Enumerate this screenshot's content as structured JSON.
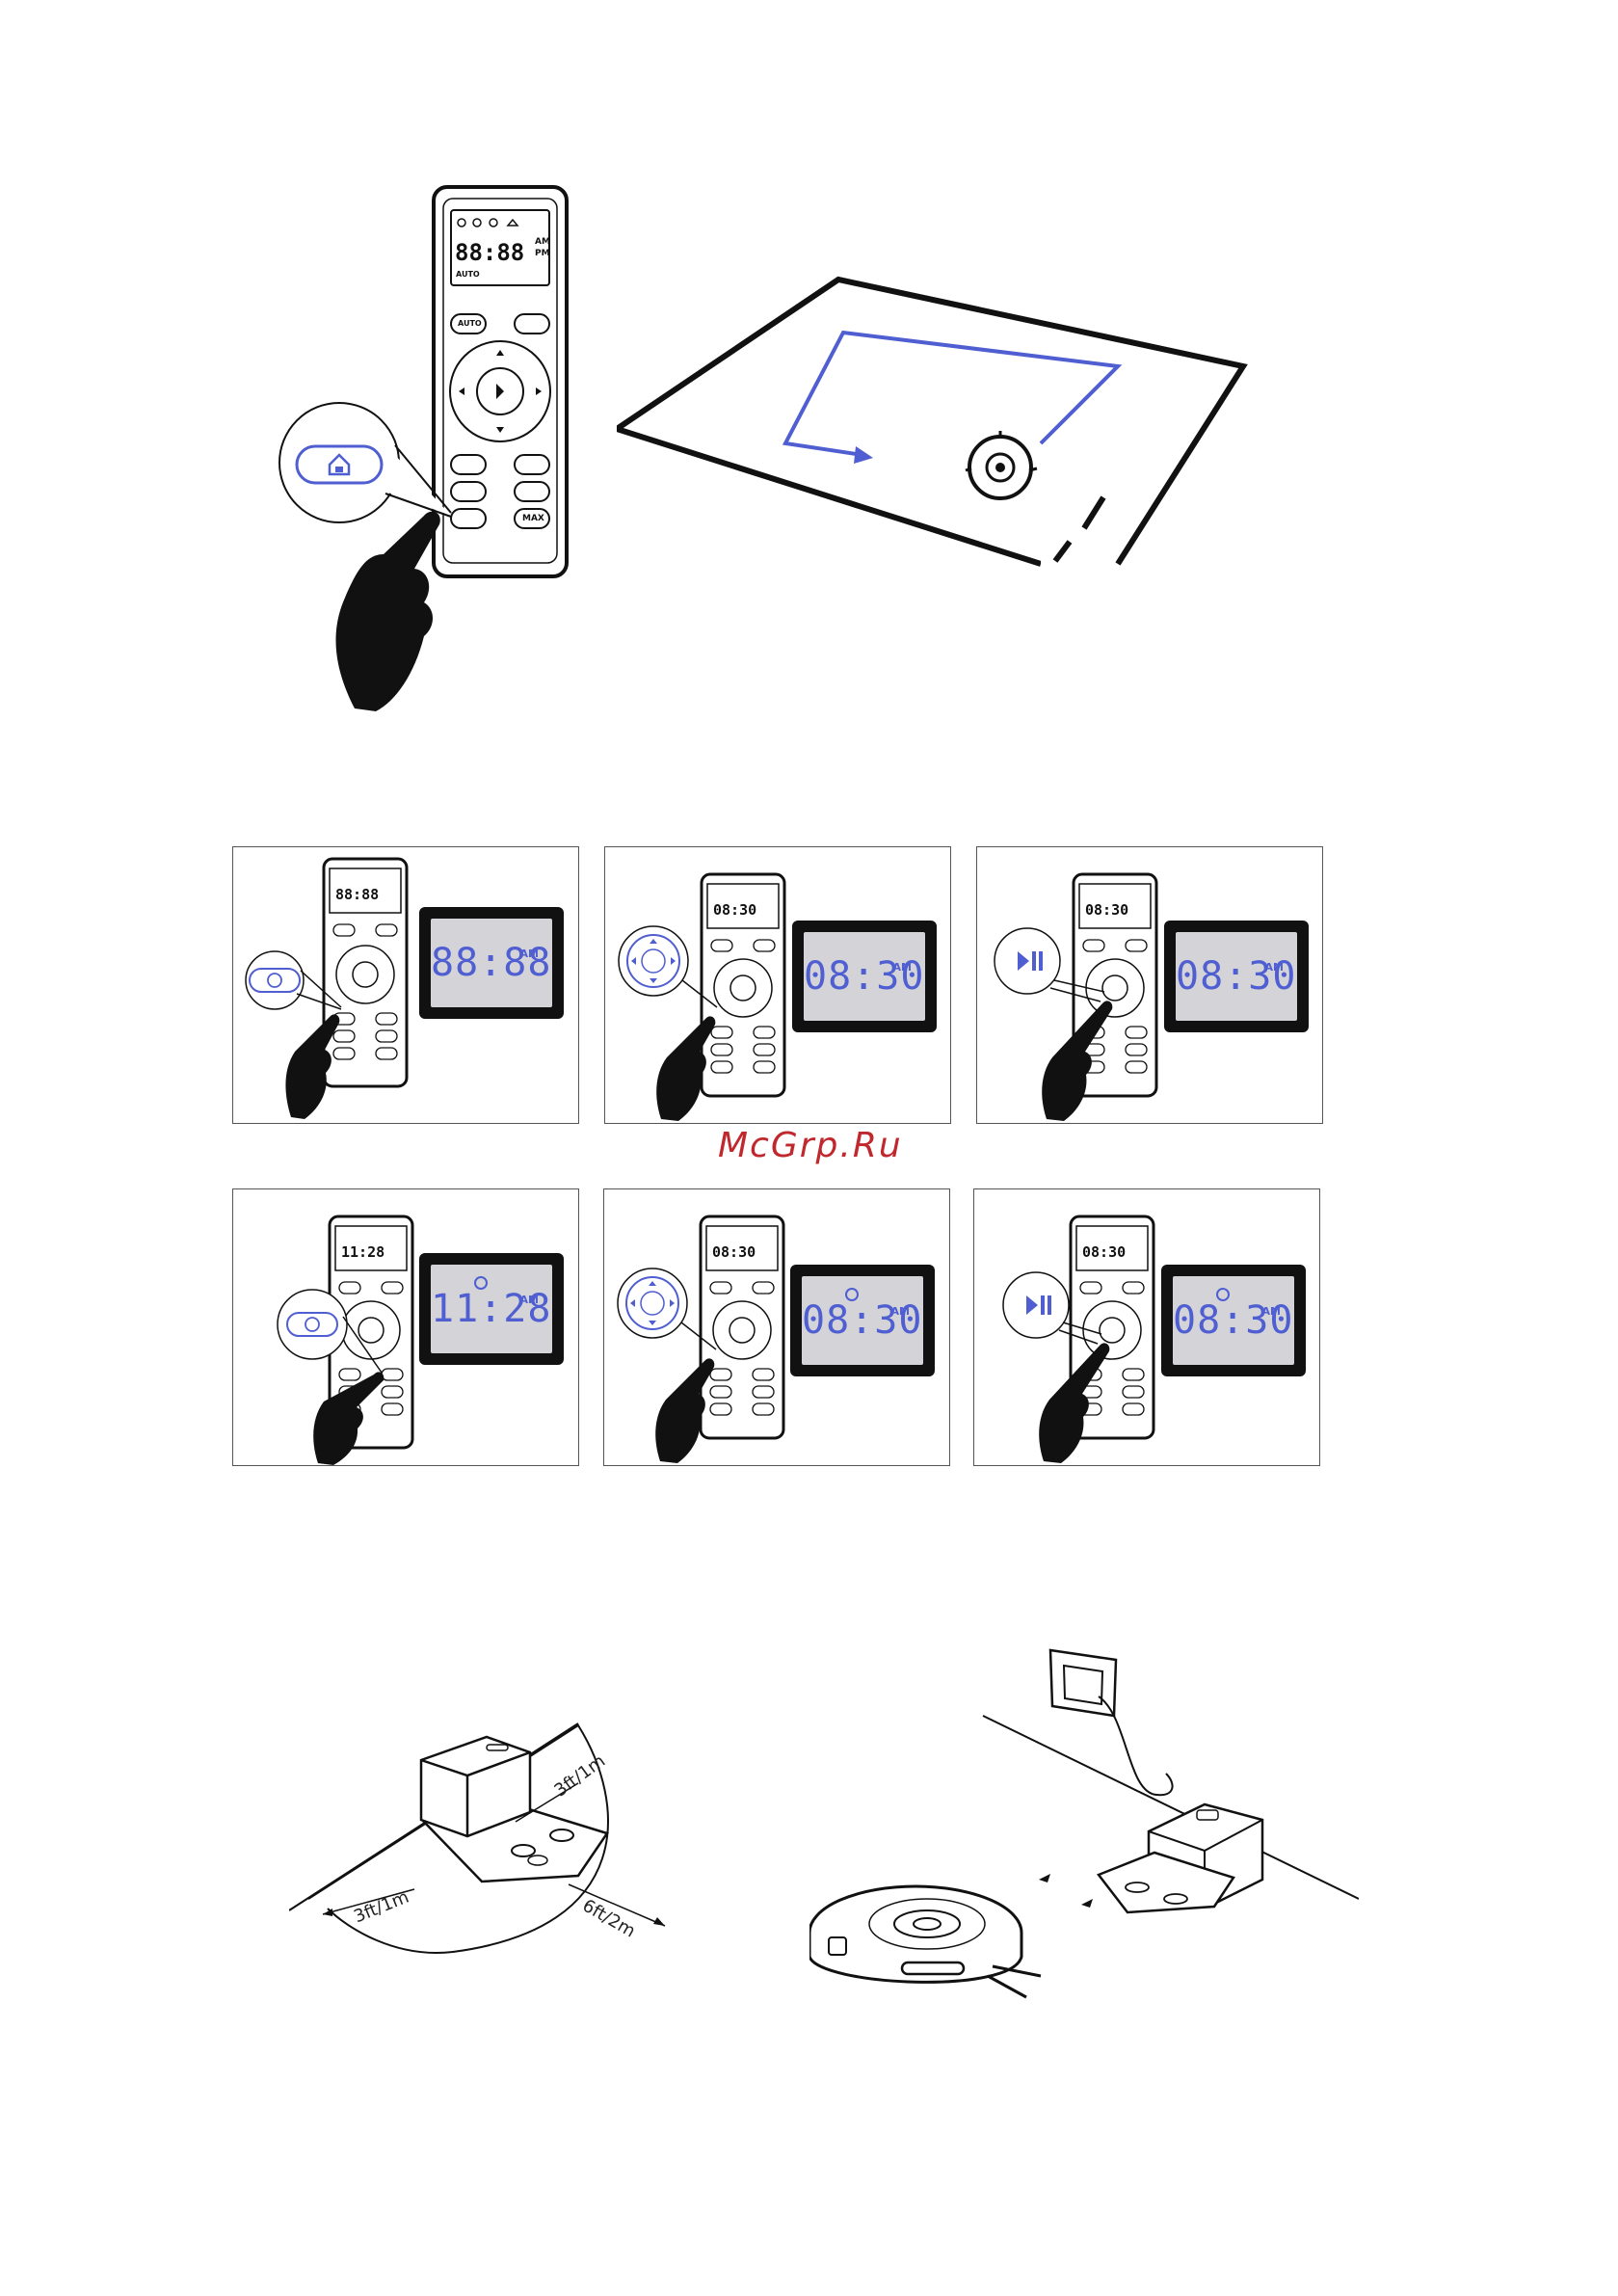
{
  "remote": {
    "display": "88:88",
    "lcd_am": "AM",
    "lcd_pm": "PM",
    "lcd_auto": "AUTO",
    "auto_label": "AUTO",
    "max_label": "MAX"
  },
  "step_panels": [
    {
      "remote_time": "88:88",
      "screen_time": "88:88",
      "ampm": "AM"
    },
    {
      "remote_time": "08:30",
      "screen_time": "08:30",
      "ampm": "AM"
    },
    {
      "remote_time": "08:30",
      "screen_time": "08:30",
      "ampm": "AM"
    },
    {
      "remote_time": "11:28",
      "screen_time": "11:28",
      "ampm": "AM"
    },
    {
      "remote_time": "08:30",
      "screen_time": "08:30",
      "ampm": "AM"
    },
    {
      "remote_time": "08:30",
      "screen_time": "08:30",
      "ampm": "AM"
    }
  ],
  "watermark": "McGrp.Ru",
  "placement": {
    "side_left": "3ft/1m",
    "side_right": "3ft/1m",
    "front": "6ft/2m"
  },
  "colors": {
    "accent": "#4f5ed1",
    "outline": "#111111",
    "watermark": "#c0282d"
  }
}
